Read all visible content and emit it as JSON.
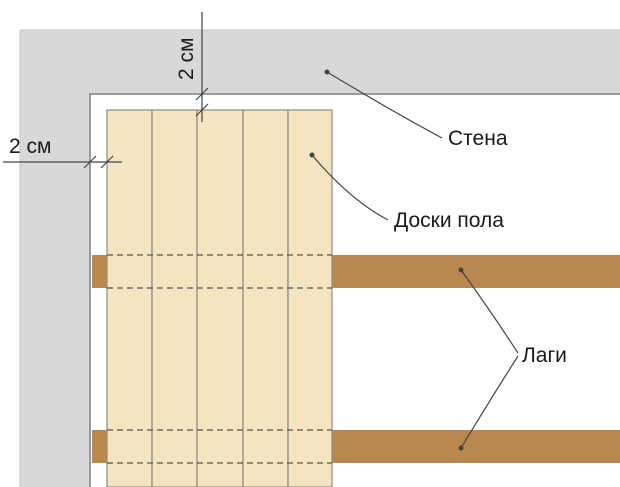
{
  "colors": {
    "wall": "#d8d8da",
    "wall_edge": "#9a9a9c",
    "board": "#f4e4bf",
    "board_edge": "#8a8a86",
    "joist": "#b8884f",
    "leader": "#444444",
    "dim_line": "#444444"
  },
  "labels": {
    "wall": "Стена",
    "boards": "Доски пола",
    "joists": "Лаги"
  },
  "dimensions": {
    "top_gap": "2 см",
    "left_gap": "2 см"
  }
}
